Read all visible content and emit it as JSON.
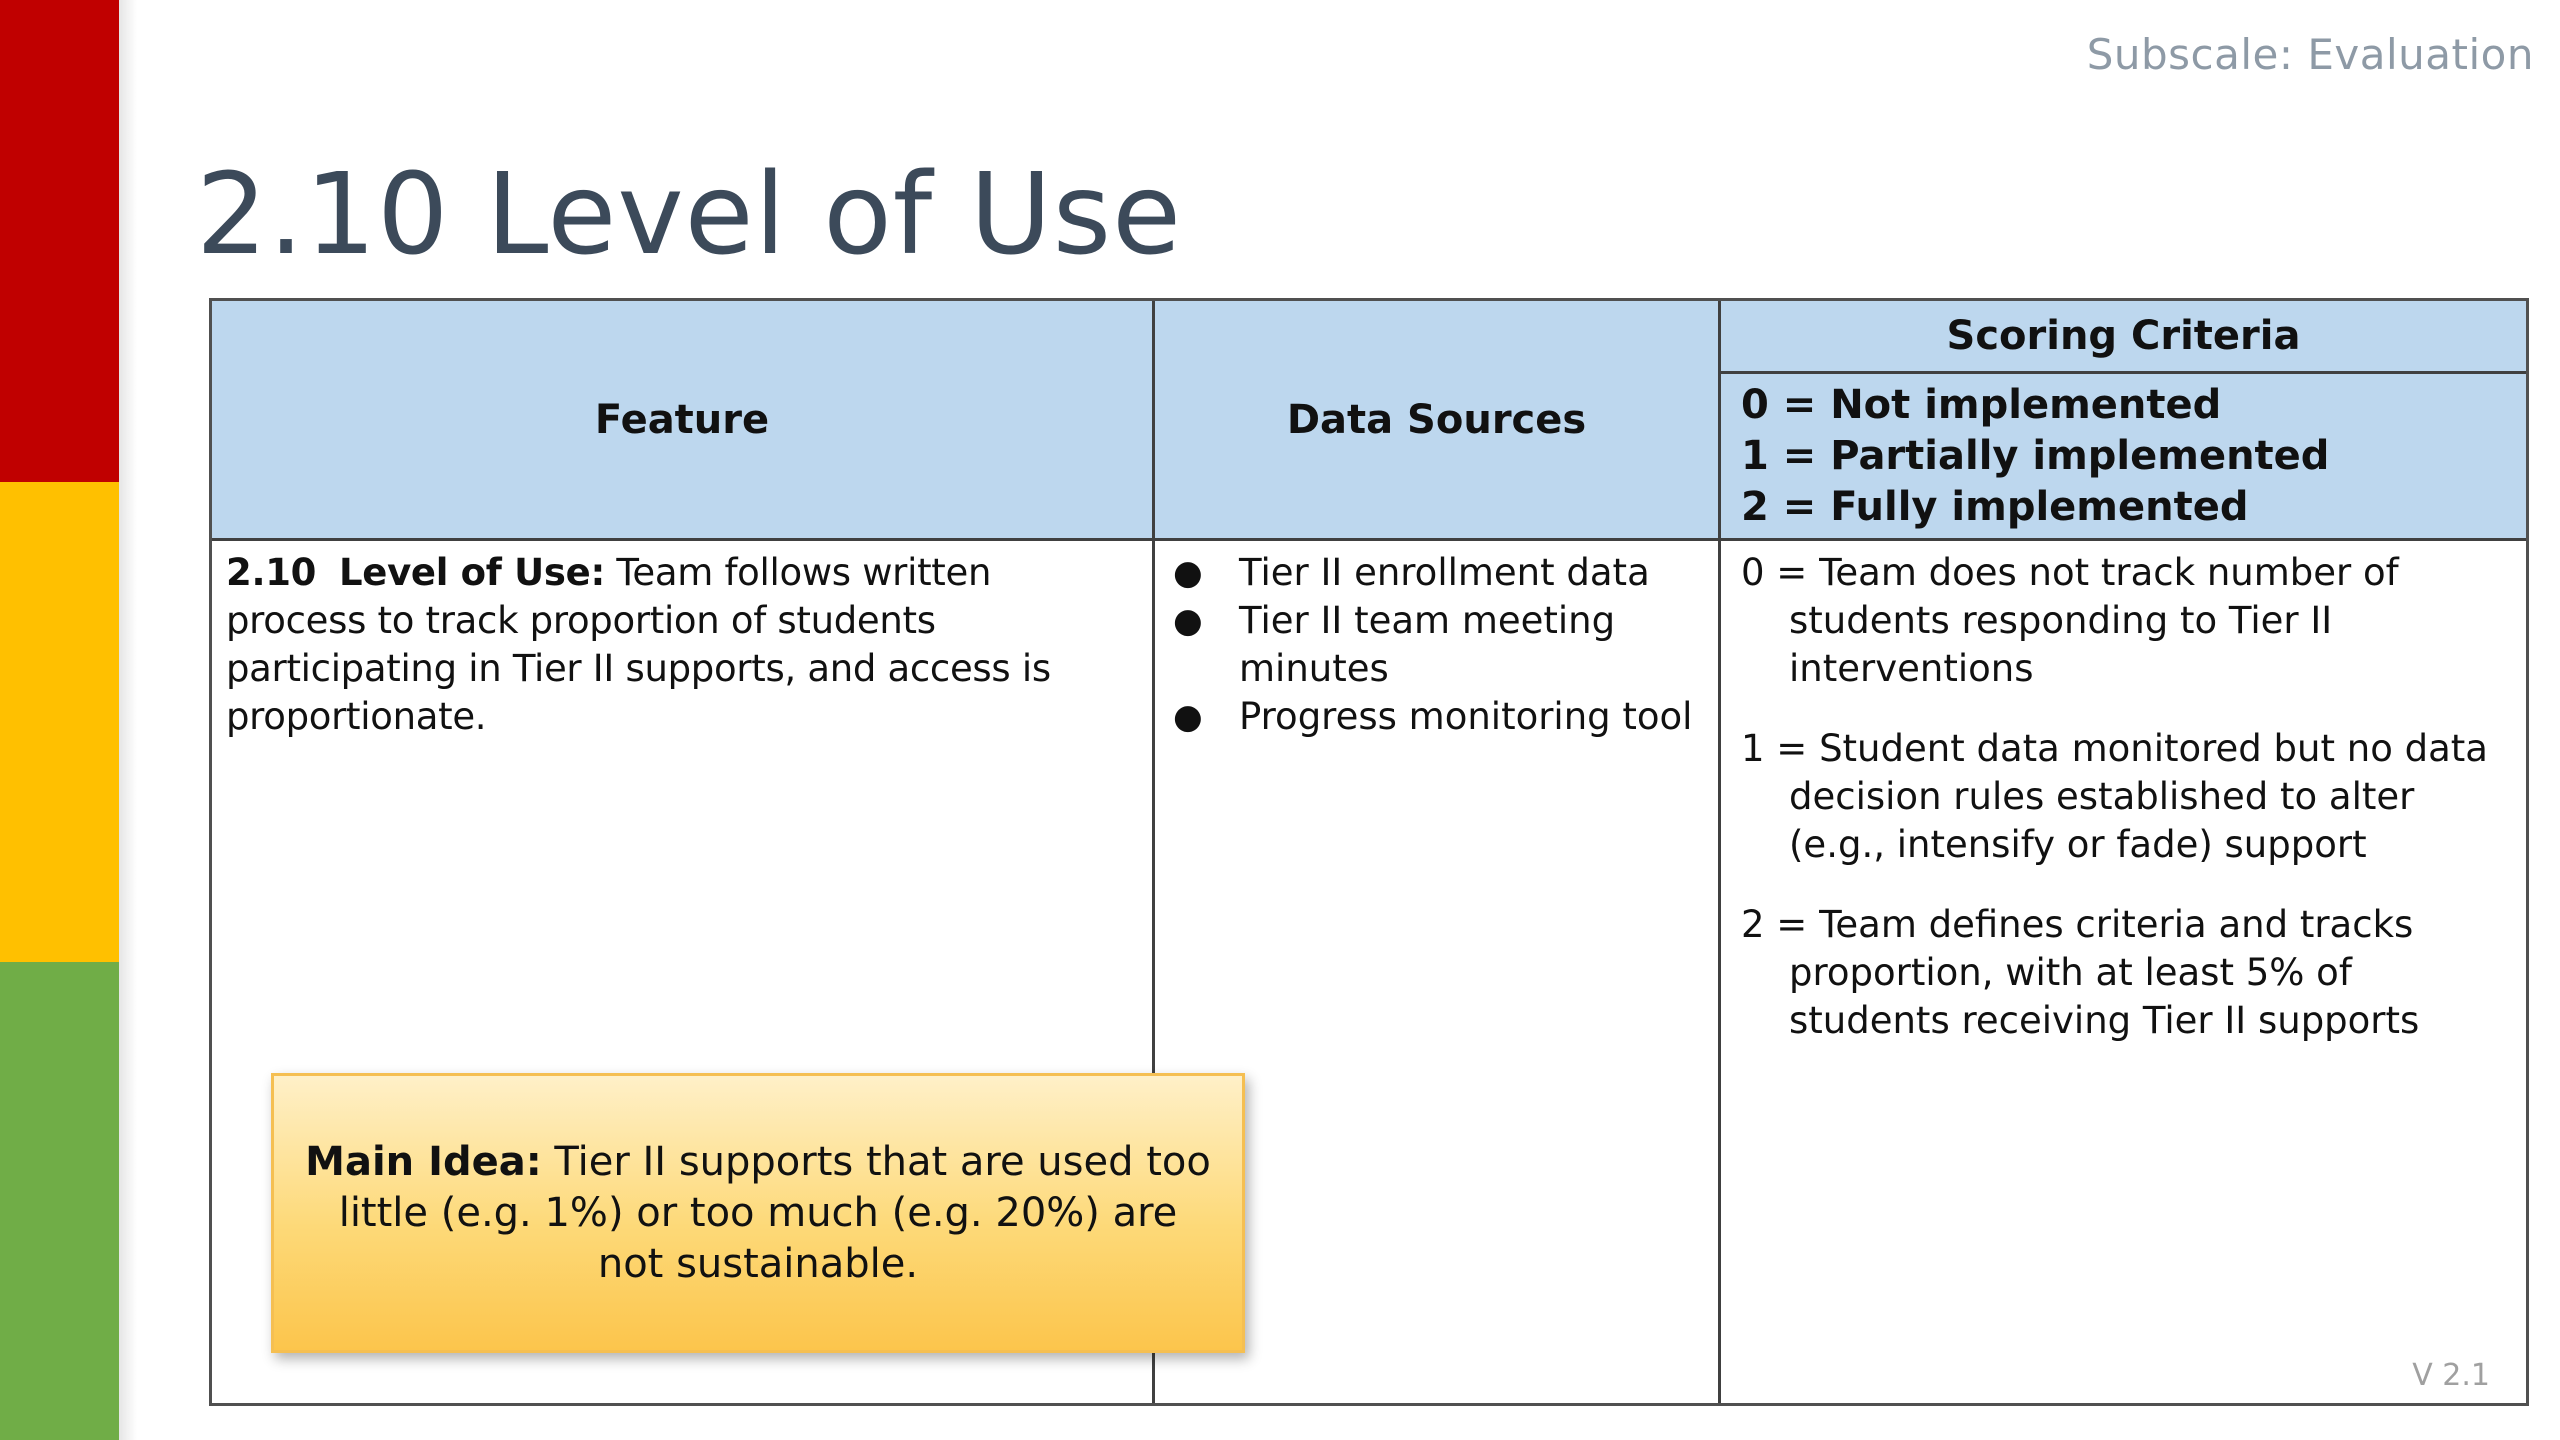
{
  "colors": {
    "bar_red": "#c00000",
    "bar_yellow": "#ffc000",
    "bar_green": "#70ad47",
    "header_fill": "#bdd7ee",
    "title_text": "#3c4a5a"
  },
  "subscale": "Subscale: Evaluation",
  "title": "2.10 Level of Use",
  "table": {
    "headers": {
      "feature": "Feature",
      "data_sources": "Data Sources",
      "scoring_criteria": "Scoring Criteria",
      "levels": [
        "0 = Not implemented",
        "1 = Partially implemented",
        "2 = Fully implemented"
      ]
    },
    "feature": {
      "number": "2.10",
      "label": "Level of Use:",
      "text": "Team follows written process to track proportion of students participating in Tier II supports, and access is proportionate."
    },
    "data_sources": [
      "Tier II enrollment data",
      "Tier II team meeting minutes",
      "Progress monitoring tool"
    ],
    "criteria": [
      "0 = Team does not track number of students responding to Tier II interventions",
      "1 = Student data monitored but no data decision rules established to alter (e.g., intensify or fade) support",
      "2 = Team defines criteria and tracks proportion, with at least 5% of students receiving Tier II supports"
    ]
  },
  "callout": {
    "label": "Main Idea:",
    "text": "Tier II supports that are used too little (e.g. 1%) or too much (e.g. 20%) are not sustainable."
  },
  "version": "V 2.1"
}
